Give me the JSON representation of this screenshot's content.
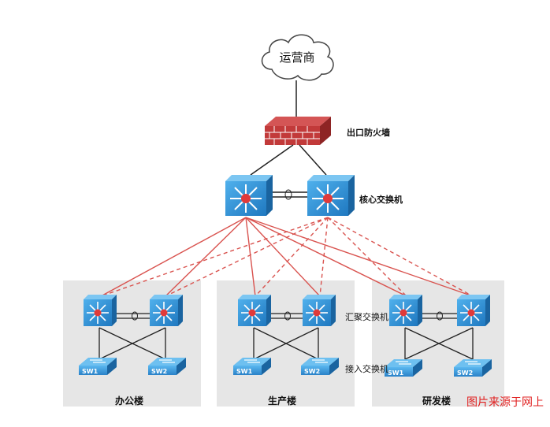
{
  "isp": {
    "label": "运营商"
  },
  "firewall": {
    "label": "出口防火墙"
  },
  "core": {
    "label": "核心交换机"
  },
  "aggregation": {
    "label": "汇聚交换机"
  },
  "access": {
    "label": "接入交换机",
    "sw1": "SW1",
    "sw2": "SW2"
  },
  "buildings": [
    {
      "name": "办公楼"
    },
    {
      "name": "生产楼"
    },
    {
      "name": "研发楼"
    }
  ],
  "colors": {
    "link_red": "#d9534f",
    "switch_blue": "#2f8fd3",
    "switch_dark": "#1b6fb0",
    "building_bg": "#e6e6e6",
    "firewall_red": "#c23a3a"
  },
  "watermark": "图片来源于网上"
}
